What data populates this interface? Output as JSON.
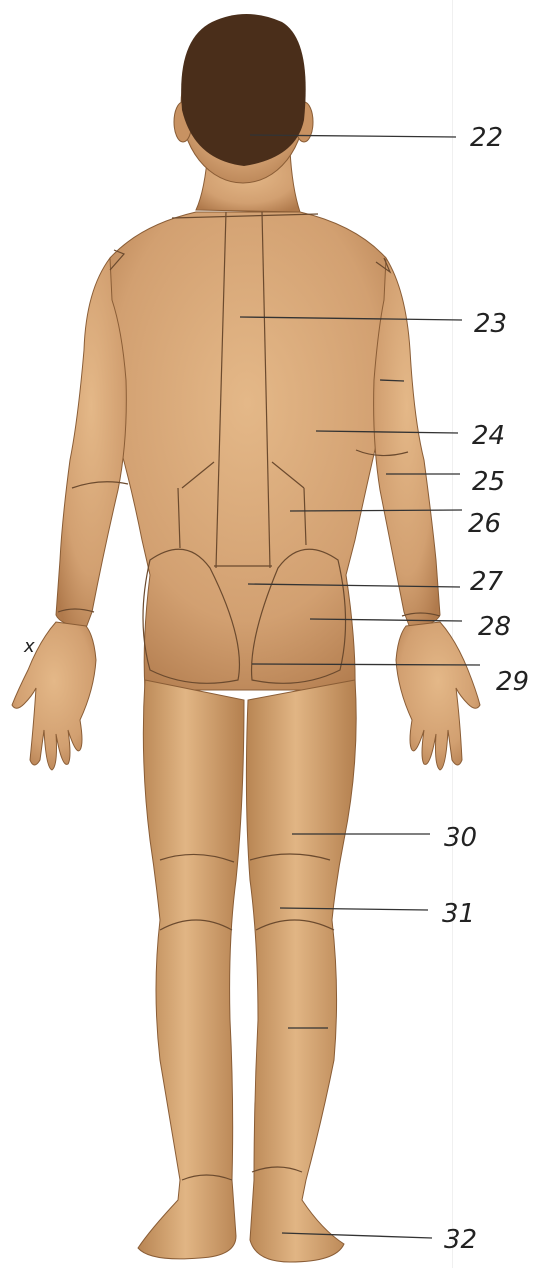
{
  "figure": {
    "subject": "Posterior view of human body with numbered region labels",
    "skin_color": "#d7a777",
    "skin_shade": "#b98352",
    "hair_color": "#4a2e1a",
    "outline_color": "#6b4a2e"
  },
  "labels": [
    {
      "id": "22",
      "text": "22"
    },
    {
      "id": "23",
      "text": "23"
    },
    {
      "id": "24",
      "text": "24"
    },
    {
      "id": "25",
      "text": "25"
    },
    {
      "id": "26",
      "text": "26"
    },
    {
      "id": "27",
      "text": "27"
    },
    {
      "id": "28",
      "text": "28"
    },
    {
      "id": "29",
      "text": "29"
    },
    {
      "id": "30",
      "text": "30"
    },
    {
      "id": "31",
      "text": "31"
    },
    {
      "id": "32",
      "text": "32"
    }
  ],
  "marks": [
    {
      "id": "wrist-x",
      "text": "x"
    }
  ]
}
